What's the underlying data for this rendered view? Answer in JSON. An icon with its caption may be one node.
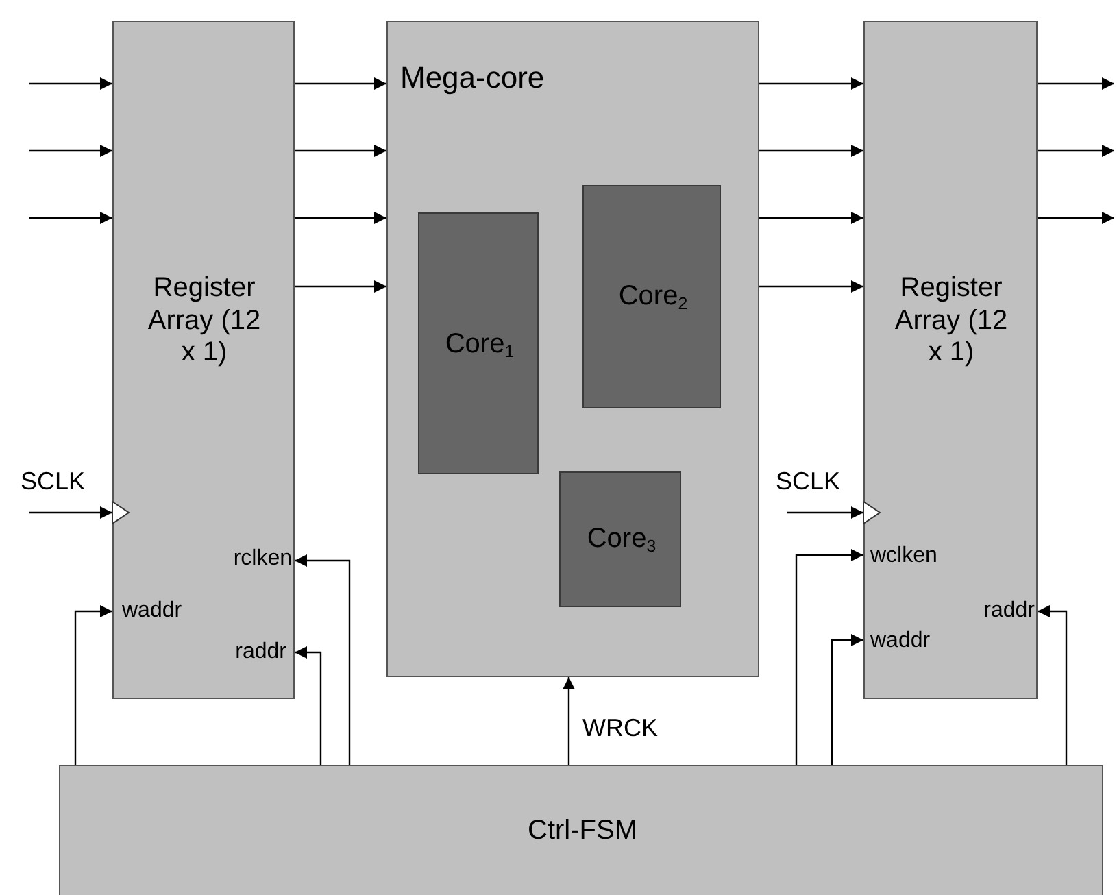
{
  "diagram": {
    "nodes": [
      {
        "text": [
          "Register Array (12 x 1)",
          "rclken",
          "waddr",
          "raddr"
        ]
      },
      {
        "text": [
          "Mega-core"
        ]
      },
      {
        "text": [
          "Core$_{1}$"
        ],
        "in": 1
      },
      {
        "text": [
          "Core$_{2}$"
        ],
        "in": 1
      },
      {
        "text": [
          "Core$_{3}$"
        ],
        "in": 1
      },
      {
        "text": [
          "Register Array (12 x 1)",
          "wclken",
          "raddr",
          "waddr"
        ]
      },
      {
        "text": [
          "Ctrl-FSM"
        ]
      }
    ],
    "edges": [
      {
        "from": null,
        "to": 0,
        "arrow": "to"
      },
      {
        "from": null,
        "to": 0,
        "arrow": "to"
      },
      {
        "from": null,
        "to": 0,
        "arrow": "to"
      },
      {
        "from": 0,
        "to": 1,
        "arrow": "to"
      },
      {
        "from": 0,
        "to": 1,
        "arrow": "to"
      },
      {
        "from": 0,
        "to": 1,
        "arrow": "to"
      },
      {
        "from": 0,
        "to": 1,
        "arrow": "to"
      },
      {
        "from": 1,
        "to": 5,
        "arrow": "to"
      },
      {
        "from": 1,
        "to": 5,
        "arrow": "to"
      },
      {
        "from": 1,
        "to": 5,
        "arrow": "to"
      },
      {
        "from": 1,
        "to": 5,
        "arrow": "to"
      },
      {
        "from": 5,
        "to": null,
        "arrow": "to"
      },
      {
        "from": 5,
        "to": null,
        "arrow": "to"
      },
      {
        "from": 5,
        "to": null,
        "arrow": "to"
      },
      {
        "from": null,
        "to": 0,
        "arrow": "to",
        "label": "SCLK"
      },
      {
        "from": null,
        "to": 5,
        "arrow": "to",
        "label": "SCLK"
      },
      {
        "from": 6,
        "to": 0,
        "arrow": "to"
      },
      {
        "from": 6,
        "to": 0,
        "arrow": "to"
      },
      {
        "from": 6,
        "to": 0,
        "arrow": "to"
      },
      {
        "from": 6,
        "to": 1,
        "arrow": "to",
        "label": "WRCK"
      },
      {
        "from": 6,
        "to": 5,
        "arrow": "to"
      },
      {
        "from": 6,
        "to": 5,
        "arrow": "to"
      },
      {
        "from": 6,
        "to": 5,
        "arrow": "to"
      }
    ]
  }
}
